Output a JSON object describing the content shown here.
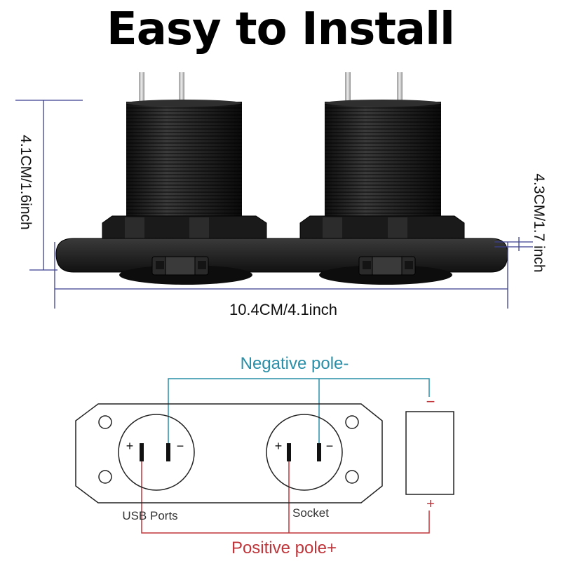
{
  "title": "Easy to Install",
  "dimensions": {
    "height_left": "4.1CM/1.6inch",
    "height_right": "4.3CM/1.7 inch",
    "width": "10.4CM/4.1inch"
  },
  "wiring": {
    "negative_label": "Negative pole-",
    "positive_label": "Positive  pole+",
    "port_left_label": "USB Ports",
    "port_right_label": "Socket",
    "plus_sign": "+",
    "minus_sign": "−",
    "battery_minus": "−",
    "battery_plus": "+"
  },
  "colors": {
    "negative_wire": "#2a8fa8",
    "positive_wire": "#c0353a",
    "dimension_line": "#3a3f8f",
    "outline": "#222222"
  }
}
